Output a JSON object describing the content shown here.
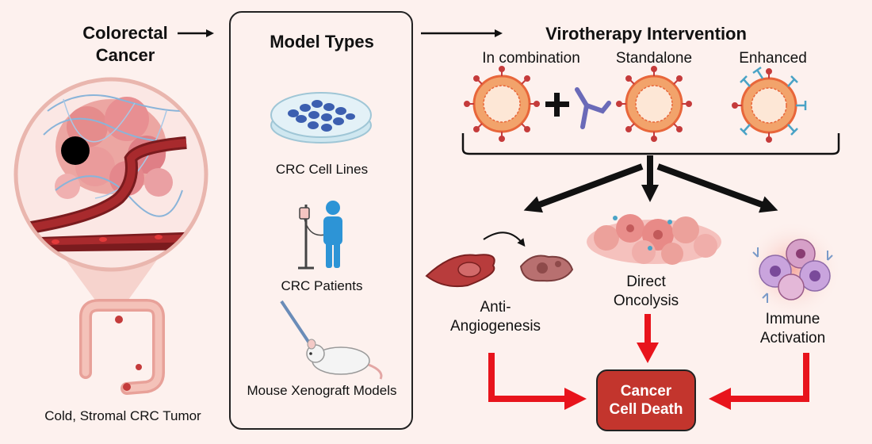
{
  "left": {
    "title_line1": "Colorectal",
    "title_line2": "Cancer",
    "tumor_caption": "Cold, Stromal CRC Tumor"
  },
  "models": {
    "title": "Model Types",
    "items": [
      {
        "label": "CRC Cell Lines",
        "icon": "petri-dish-icon"
      },
      {
        "label": "CRC Patients",
        "icon": "patient-iv-icon"
      },
      {
        "label": "Mouse Xenograft Models",
        "icon": "mouse-icon"
      }
    ]
  },
  "virotherapy": {
    "title": "Virotherapy Intervention",
    "types": [
      {
        "label": "In combination",
        "icon": "virus-antibody-icon"
      },
      {
        "label": "Standalone",
        "icon": "virus-icon"
      },
      {
        "label": "Enhanced",
        "icon": "enhanced-virus-icon"
      }
    ]
  },
  "mechanisms": {
    "anti_line1": "Anti-",
    "anti_line2": "Angiogenesis",
    "direct_line1": "Direct",
    "direct_line2": "Oncolysis",
    "immune_line1": "Immune",
    "immune_line2": "Activation"
  },
  "outcome": {
    "line1": "Cancer",
    "line2": "Cell Death"
  },
  "colors": {
    "arrow_red": "#e8141c",
    "outcome_box": "#c3352d",
    "virus_orange": "#e8663a"
  }
}
